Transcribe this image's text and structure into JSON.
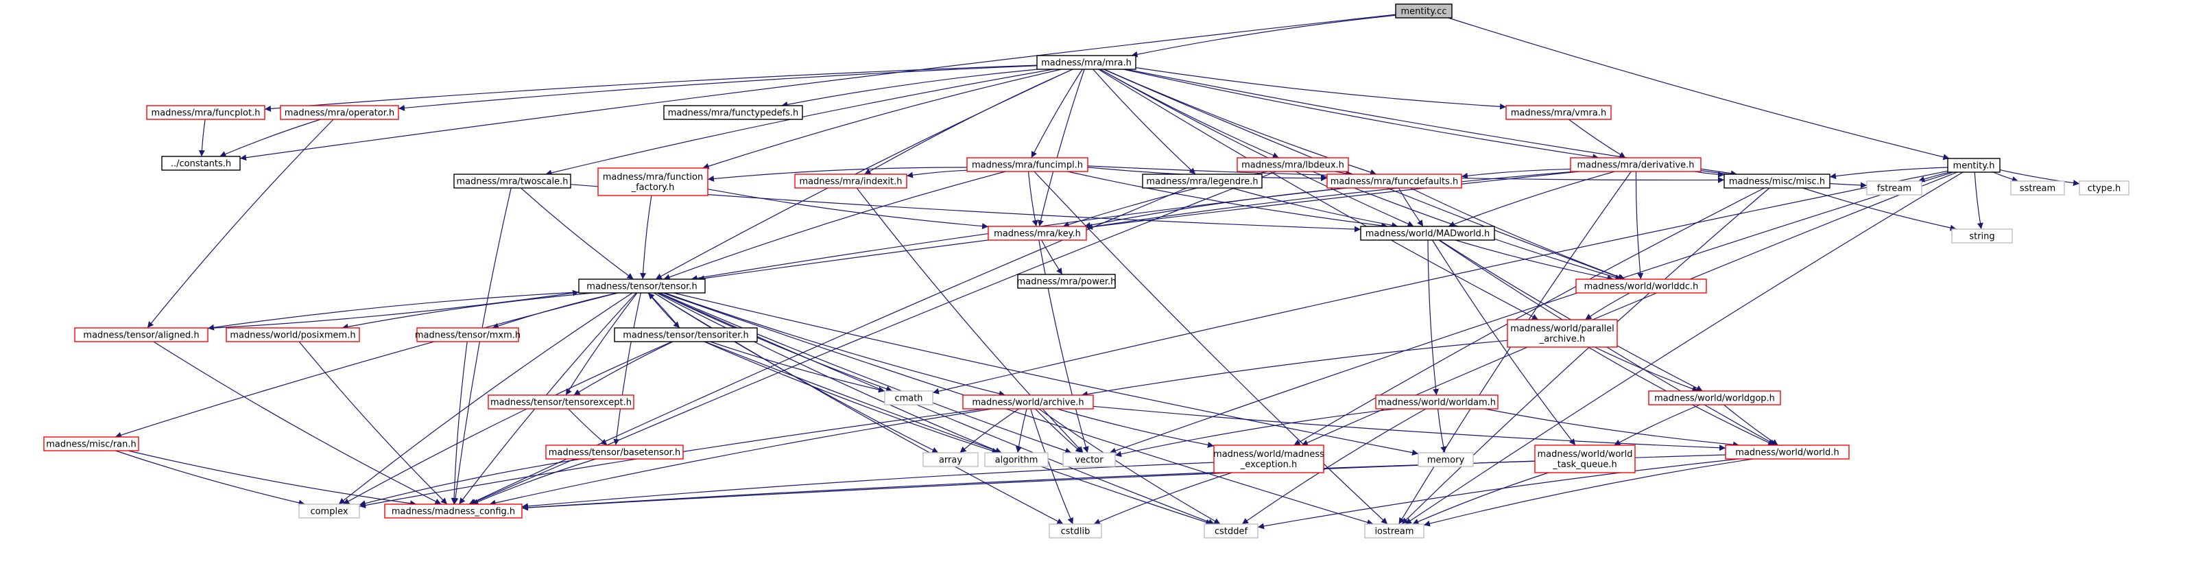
{
  "graph": {
    "colors": {
      "edge": "#191970",
      "text": "#000000",
      "root_fill": "#bfbfbf",
      "border_documented": "#000000",
      "border_undocumented": "#ff0000",
      "border_system": "#bfbfbf"
    },
    "nodes": [
      {
        "id": "root",
        "label": "mentity.cc",
        "kind": "root"
      },
      {
        "id": "mra",
        "label": "madness/mra/mra.h",
        "kind": "documented"
      },
      {
        "id": "mentityh",
        "label": "mentity.h",
        "kind": "documented"
      },
      {
        "id": "funcplot",
        "label": "madness/mra/funcplot.h",
        "kind": "undocumented"
      },
      {
        "id": "operator",
        "label": "madness/mra/operator.h",
        "kind": "undocumented"
      },
      {
        "id": "functypedefs",
        "label": "madness/mra/functypedefs.h",
        "kind": "documented"
      },
      {
        "id": "vmra",
        "label": "madness/mra/vmra.h",
        "kind": "undocumented"
      },
      {
        "id": "constants",
        "label": "../constants.h",
        "kind": "documented"
      },
      {
        "id": "funcimpl",
        "label": "madness/mra/funcimpl.h",
        "kind": "undocumented"
      },
      {
        "id": "lbdeux",
        "label": "madness/mra/lbdeux.h",
        "kind": "undocumented"
      },
      {
        "id": "derivative",
        "label": "madness/mra/derivative.h",
        "kind": "undocumented"
      },
      {
        "id": "twoscale",
        "label": "madness/mra/twoscale.h",
        "kind": "documented"
      },
      {
        "id": "funcfactory",
        "label": "madness/mra/function\n_factory.h",
        "kind": "undocumented"
      },
      {
        "id": "indexit",
        "label": "madness/mra/indexit.h",
        "kind": "undocumented"
      },
      {
        "id": "legendre",
        "label": "madness/mra/legendre.h",
        "kind": "documented"
      },
      {
        "id": "funcdefaults",
        "label": "madness/mra/funcdefaults.h",
        "kind": "undocumented"
      },
      {
        "id": "miscmisc",
        "label": "madness/misc/misc.h",
        "kind": "documented"
      },
      {
        "id": "fstream",
        "label": "fstream",
        "kind": "system"
      },
      {
        "id": "sstream",
        "label": "sstream",
        "kind": "system"
      },
      {
        "id": "ctype",
        "label": "ctype.h",
        "kind": "system"
      },
      {
        "id": "key",
        "label": "madness/mra/key.h",
        "kind": "undocumented"
      },
      {
        "id": "madworld",
        "label": "madness/world/MADworld.h",
        "kind": "documented"
      },
      {
        "id": "string",
        "label": "string",
        "kind": "system"
      },
      {
        "id": "power",
        "label": "madness/mra/power.h",
        "kind": "documented"
      },
      {
        "id": "tensor",
        "label": "madness/tensor/tensor.h",
        "kind": "documented"
      },
      {
        "id": "worlddc",
        "label": "madness/world/worlddc.h",
        "kind": "undocumented"
      },
      {
        "id": "parallel",
        "label": "madness/world/parallel\n_archive.h",
        "kind": "undocumented"
      },
      {
        "id": "aligned",
        "label": "madness/tensor/aligned.h",
        "kind": "undocumented"
      },
      {
        "id": "posixmem",
        "label": "madness/world/posixmem.h",
        "kind": "undocumented"
      },
      {
        "id": "mxm",
        "label": "madness/tensor/mxm.h",
        "kind": "undocumented"
      },
      {
        "id": "tensoriter",
        "label": "madness/tensor/tensoriter.h",
        "kind": "documented"
      },
      {
        "id": "cmath",
        "label": "cmath",
        "kind": "system"
      },
      {
        "id": "worldgop",
        "label": "madness/world/worldgop.h",
        "kind": "undocumented"
      },
      {
        "id": "tensorexcept",
        "label": "madness/tensor/tensorexcept.h",
        "kind": "undocumented"
      },
      {
        "id": "archive",
        "label": "madness/world/archive.h",
        "kind": "undocumented"
      },
      {
        "id": "worldam",
        "label": "madness/world/worldam.h",
        "kind": "undocumented"
      },
      {
        "id": "ran",
        "label": "madness/misc/ran.h",
        "kind": "undocumented"
      },
      {
        "id": "basetensor",
        "label": "madness/tensor/basetensor.h",
        "kind": "undocumented"
      },
      {
        "id": "array",
        "label": "array",
        "kind": "system"
      },
      {
        "id": "algorithm",
        "label": "algorithm",
        "kind": "system"
      },
      {
        "id": "vector",
        "label": "vector",
        "kind": "system"
      },
      {
        "id": "memory",
        "label": "memory",
        "kind": "system"
      },
      {
        "id": "wtaskqueue",
        "label": "madness/world/world\n_task_queue.h",
        "kind": "undocumented"
      },
      {
        "id": "world",
        "label": "madness/world/world.h",
        "kind": "undocumented"
      },
      {
        "id": "madexception",
        "label": "madness/world/madness\n_exception.h",
        "kind": "undocumented"
      },
      {
        "id": "complex",
        "label": "complex",
        "kind": "system"
      },
      {
        "id": "config",
        "label": "madness/madness_config.h",
        "kind": "undocumented"
      },
      {
        "id": "cstdlib",
        "label": "cstdlib",
        "kind": "system"
      },
      {
        "id": "cstddef",
        "label": "cstddef",
        "kind": "system"
      },
      {
        "id": "iostream",
        "label": "iostream",
        "kind": "system"
      }
    ],
    "edges": [
      [
        "root",
        "mra"
      ],
      [
        "root",
        "mentityh"
      ],
      [
        "root",
        "constants"
      ],
      [
        "mra",
        "funcplot"
      ],
      [
        "mra",
        "operator"
      ],
      [
        "mra",
        "functypedefs"
      ],
      [
        "mra",
        "vmra"
      ],
      [
        "mra",
        "funcimpl"
      ],
      [
        "mra",
        "lbdeux"
      ],
      [
        "mra",
        "derivative"
      ],
      [
        "mra",
        "twoscale"
      ],
      [
        "mra",
        "funcfactory"
      ],
      [
        "mra",
        "indexit"
      ],
      [
        "mra",
        "legendre"
      ],
      [
        "mra",
        "funcdefaults"
      ],
      [
        "mra",
        "miscmisc"
      ],
      [
        "mra",
        "key"
      ],
      [
        "mra",
        "madworld"
      ],
      [
        "mra",
        "worlddc"
      ],
      [
        "mra",
        "tensor"
      ],
      [
        "mra",
        "parallel"
      ],
      [
        "funcplot",
        "constants"
      ],
      [
        "operator",
        "constants"
      ],
      [
        "operator",
        "aligned"
      ],
      [
        "vmra",
        "derivative"
      ],
      [
        "mentityh",
        "miscmisc"
      ],
      [
        "mentityh",
        "fstream"
      ],
      [
        "mentityh",
        "sstream"
      ],
      [
        "mentityh",
        "ctype"
      ],
      [
        "mentityh",
        "string"
      ],
      [
        "mentityh",
        "iostream"
      ],
      [
        "mentityh",
        "cmath"
      ],
      [
        "mentityh",
        "vector"
      ],
      [
        "mentityh",
        "madexception"
      ],
      [
        "funcimpl",
        "miscmisc"
      ],
      [
        "funcimpl",
        "funcdefaults"
      ],
      [
        "funcimpl",
        "funcfactory"
      ],
      [
        "funcimpl",
        "indexit"
      ],
      [
        "funcimpl",
        "key"
      ],
      [
        "funcimpl",
        "madworld"
      ],
      [
        "funcimpl",
        "tensor"
      ],
      [
        "funcimpl",
        "iostream"
      ],
      [
        "lbdeux",
        "key"
      ],
      [
        "lbdeux",
        "funcdefaults"
      ],
      [
        "lbdeux",
        "worlddc"
      ],
      [
        "lbdeux",
        "config"
      ],
      [
        "derivative",
        "miscmisc"
      ],
      [
        "derivative",
        "fstream"
      ],
      [
        "derivative",
        "funcdefaults"
      ],
      [
        "derivative",
        "key"
      ],
      [
        "derivative",
        "madworld"
      ],
      [
        "derivative",
        "worlddc"
      ],
      [
        "derivative",
        "tensor"
      ],
      [
        "derivative",
        "iostream"
      ],
      [
        "twoscale",
        "tensor"
      ],
      [
        "twoscale",
        "madworld"
      ],
      [
        "twoscale",
        "config"
      ],
      [
        "funcfactory",
        "tensor"
      ],
      [
        "funcfactory",
        "key"
      ],
      [
        "indexit",
        "vector"
      ],
      [
        "legendre",
        "madworld"
      ],
      [
        "legendre",
        "config"
      ],
      [
        "funcdefaults",
        "key"
      ],
      [
        "funcdefaults",
        "madworld"
      ],
      [
        "funcdefaults",
        "worlddc"
      ],
      [
        "funcdefaults",
        "tensor"
      ],
      [
        "miscmisc",
        "string"
      ],
      [
        "miscmisc",
        "iostream"
      ],
      [
        "miscmisc",
        "madexception"
      ],
      [
        "key",
        "power"
      ],
      [
        "key",
        "vector"
      ],
      [
        "madworld",
        "worlddc"
      ],
      [
        "madworld",
        "worldam"
      ],
      [
        "madworld",
        "wtaskqueue"
      ],
      [
        "madworld",
        "worldgop"
      ],
      [
        "madworld",
        "world"
      ],
      [
        "worlddc",
        "parallel"
      ],
      [
        "parallel",
        "archive"
      ],
      [
        "parallel",
        "worldgop"
      ],
      [
        "parallel",
        "world"
      ],
      [
        "tensor",
        "aligned"
      ],
      [
        "tensor",
        "posixmem"
      ],
      [
        "tensor",
        "mxm"
      ],
      [
        "tensor",
        "tensoriter"
      ],
      [
        "tensor",
        "cmath"
      ],
      [
        "tensor",
        "tensorexcept"
      ],
      [
        "tensor",
        "archive"
      ],
      [
        "tensor",
        "ran"
      ],
      [
        "tensor",
        "basetensor"
      ],
      [
        "tensor",
        "array"
      ],
      [
        "tensor",
        "algorithm"
      ],
      [
        "tensor",
        "vector"
      ],
      [
        "tensor",
        "memory"
      ],
      [
        "tensor",
        "complex"
      ],
      [
        "tensor",
        "config"
      ],
      [
        "tensor",
        "cstdlib"
      ],
      [
        "tensor",
        "cstddef"
      ],
      [
        "tensor",
        "iostream"
      ],
      [
        "aligned",
        "tensor"
      ],
      [
        "aligned",
        "config"
      ],
      [
        "posixmem",
        "config"
      ],
      [
        "mxm",
        "config"
      ],
      [
        "tensoriter",
        "tensor"
      ],
      [
        "tensoriter",
        "tensorexcept"
      ],
      [
        "tensoriter",
        "cmath"
      ],
      [
        "tensoriter",
        "complex"
      ],
      [
        "tensoriter",
        "algorithm"
      ],
      [
        "tensoriter",
        "cstddef"
      ],
      [
        "tensorexcept",
        "basetensor"
      ],
      [
        "basetensor",
        "complex"
      ],
      [
        "basetensor",
        "config"
      ],
      [
        "ran",
        "complex"
      ],
      [
        "ran",
        "config"
      ],
      [
        "archive",
        "array"
      ],
      [
        "archive",
        "algorithm"
      ],
      [
        "archive",
        "vector"
      ],
      [
        "archive",
        "madexception"
      ],
      [
        "archive",
        "world"
      ],
      [
        "archive",
        "complex"
      ],
      [
        "archive",
        "config"
      ],
      [
        "archive",
        "cstddef"
      ],
      [
        "archive",
        "cstdlib"
      ],
      [
        "worldam",
        "vector"
      ],
      [
        "worldam",
        "memory"
      ],
      [
        "worldam",
        "world"
      ],
      [
        "worldam",
        "cstddef"
      ],
      [
        "worldgop",
        "wtaskqueue"
      ],
      [
        "worldgop",
        "world"
      ],
      [
        "wtaskqueue",
        "iostream"
      ],
      [
        "wtaskqueue",
        "config"
      ],
      [
        "world",
        "config"
      ],
      [
        "world",
        "iostream"
      ],
      [
        "world",
        "cstddef"
      ],
      [
        "madexception",
        "cstdlib"
      ],
      [
        "madexception",
        "config"
      ]
    ]
  }
}
